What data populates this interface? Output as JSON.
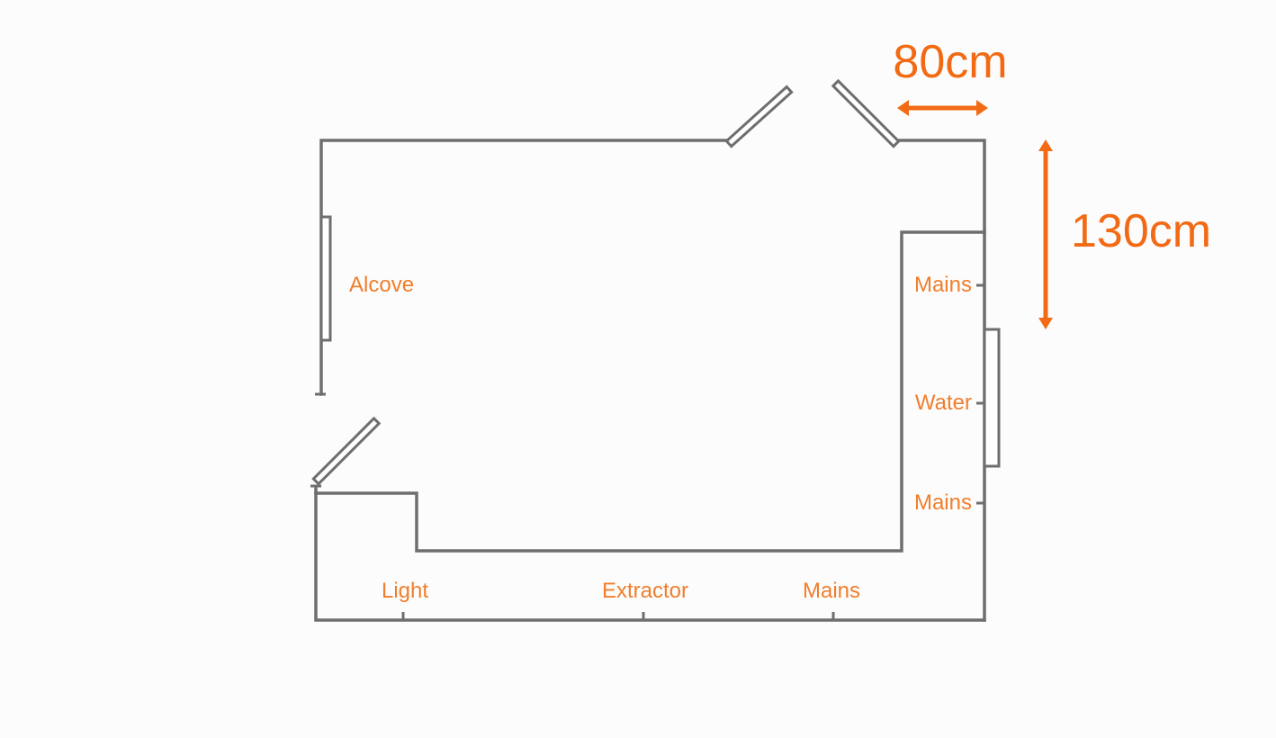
{
  "diagram": {
    "type": "floor-plan",
    "colors": {
      "wall": "#6e6e6e",
      "accent": "#f26a14",
      "label": "#f07e2c",
      "background": "#fcfcfc"
    },
    "labels": {
      "alcove": "Alcove",
      "right_mains_top": "Mains",
      "right_water": "Water",
      "right_mains_bottom": "Mains",
      "bottom_light": "Light",
      "bottom_extractor": "Extractor",
      "bottom_mains": "Mains"
    },
    "dimensions": {
      "width": "80cm",
      "depth": "130cm"
    }
  }
}
